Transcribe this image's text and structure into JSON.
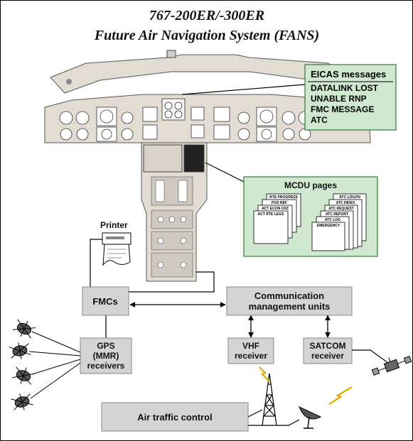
{
  "title": {
    "line1": "767-200ER/-300ER",
    "line2": "Future Air Navigation System (FANS)"
  },
  "eicas": {
    "heading": "EICAS messages",
    "messages": [
      "DATALINK LOST",
      "UNABLE RNP",
      "FMC MESSAGE",
      "ATC"
    ]
  },
  "mcdu": {
    "heading": "MCDU pages",
    "left_pages": [
      "RTE PROGRESS",
      "POS REF",
      "ACT ECON CRZ",
      "ACT RTE LEGS"
    ],
    "right_pages": [
      "ATC LOGON",
      "ATC INDEX",
      "ATC REQUEST",
      "ATC REPORT",
      "ATC LOG",
      "EMERGENCY"
    ]
  },
  "printer_label": "Printer",
  "boxes": {
    "fmcs": "FMCs",
    "cmu_line1": "Communication",
    "cmu_line2": "management units",
    "gps_line1": "GPS",
    "gps_line2": "(MMR)",
    "gps_line3": "receivers",
    "vhf_line1": "VHF",
    "vhf_line2": "receiver",
    "satcom_line1": "SATCOM",
    "satcom_line2": "receiver",
    "atc": "Air traffic control"
  },
  "colors": {
    "green_panel": "#cfe8cf",
    "green_border": "#2e7d32",
    "gray_box": "#d4d4d4",
    "cockpit": "#e2dcd3"
  }
}
